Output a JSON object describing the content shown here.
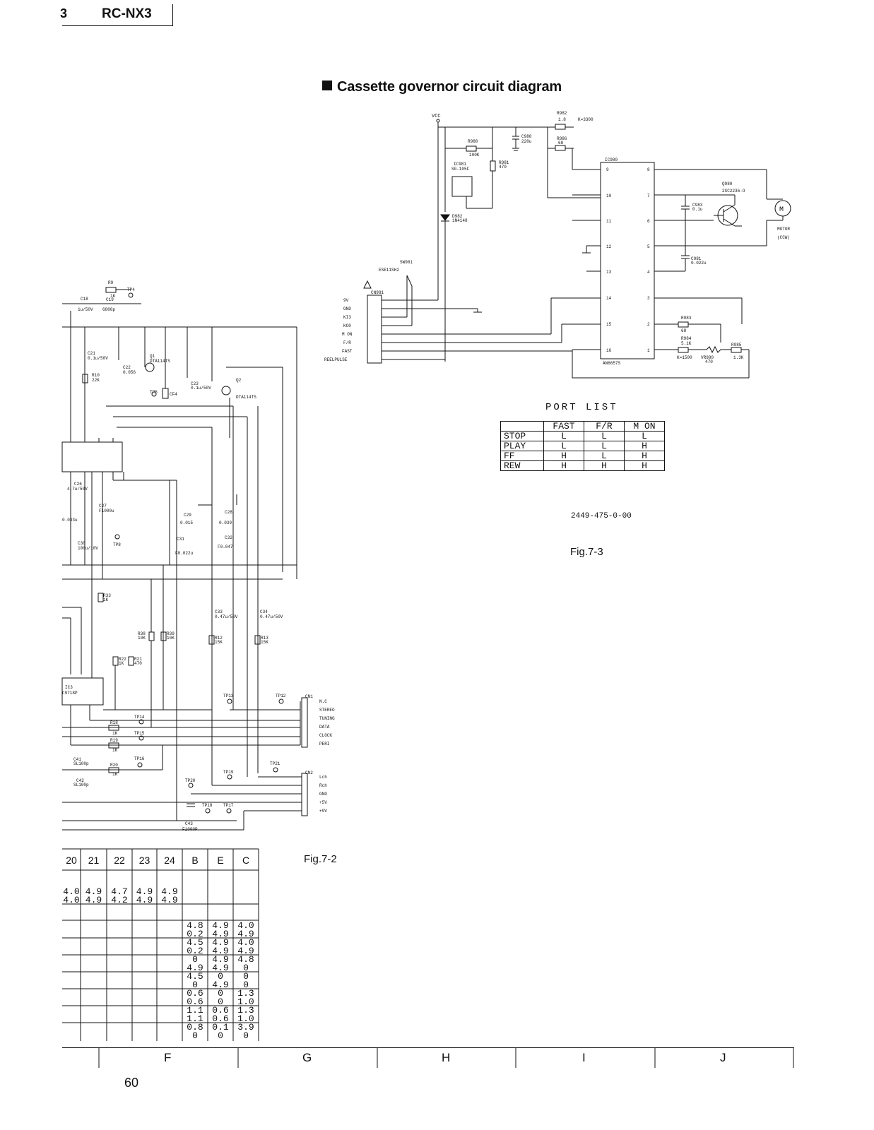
{
  "header": {
    "page_fragment": "3",
    "model": "RC-NX3"
  },
  "title": "Cassette governor circuit diagram",
  "governor": {
    "vcc": "VCC",
    "r982": "R982",
    "r982_val": "1.8",
    "k3300": "K=3300",
    "c980": "C980",
    "c980_val": "220u",
    "r986": "R986",
    "r986_val": "68",
    "r980": "R980",
    "r980_val": "100K",
    "r981": "R981",
    "r981_val": "470",
    "ic981": "IC981",
    "ic981_type": "SG-105F",
    "d982": "D982",
    "d982_type": "1N4148",
    "ic980": "IC980",
    "ic980_type": "AN6657S",
    "q980": "Q980",
    "q980_type": "2SC2236-O",
    "c983": "C983",
    "c983_val": "0.1u",
    "c981": "C981",
    "c981_val": "0.022u",
    "r983": "R983",
    "r983_val": "68",
    "r984": "R984",
    "r984_val": "5.1K",
    "k1500": "K=1500",
    "vr980": "VR980",
    "vr980_val": "470",
    "r985": "R985",
    "r985_val": "1.3K",
    "motor": "M",
    "motor_label": "MOTOR",
    "motor_dir": "(CCW)",
    "sw981": "SW981",
    "sw981_type": "ESE11SH2",
    "cn981": "CN981",
    "cn_pins": [
      "9V",
      "GND",
      "KI3",
      "KO0",
      "M ON",
      "F/R",
      "FAST",
      "REELPULSE"
    ],
    "ic_left_pins": [
      "9",
      "10",
      "11",
      "12",
      "13",
      "14",
      "15",
      "16"
    ],
    "ic_right_pins": [
      "8",
      "7",
      "6",
      "5",
      "4",
      "3",
      "2",
      "1"
    ]
  },
  "port_list": {
    "title": "PORT LIST",
    "headers": [
      "",
      "FAST",
      "F/R",
      "M ON"
    ],
    "rows": [
      [
        "STOP",
        "L",
        "L",
        "L"
      ],
      [
        "PLAY",
        "L",
        "L",
        "H"
      ],
      [
        "FF",
        "H",
        "L",
        "H"
      ],
      [
        "REW",
        "H",
        "H",
        "H"
      ]
    ]
  },
  "part_number": "2449-475-0-00",
  "fig3": "Fig.7-3",
  "fig2": "Fig.7-2",
  "left": {
    "r9": "R9",
    "r9_val": "1K",
    "tp4": "TP4",
    "c18": "C18",
    "c18_val": "1u/50V",
    "c19": "C19",
    "c19_val": "6800p",
    "c21": "C21",
    "c21_val": "0.1u/50V",
    "c22": "C22",
    "c22_val": "0.056",
    "q1": "Q1",
    "q1_type": "DTA114TS",
    "r10": "R10",
    "r10_val": "22K",
    "tp5": "TP5",
    "cf4": "CF4",
    "c23": "C23",
    "c23_val": "0.1u/50V",
    "q2": "Q2",
    "q2_type": "DTA114TS",
    "c26": "C26",
    "c26_val": "4.7u/50V",
    "c27": "C27",
    "c27_val": "F1000u",
    "c25_val": "0.033u",
    "c30": "C30",
    "c30_val": "100u/10V",
    "tp8": "TP8",
    "c31": "C31",
    "c31_val": "F0.022u",
    "c29": "C29",
    "c29_val": "0.015",
    "c28": "C28",
    "c28_val": "0.039",
    "c32": "C32",
    "c32_val": "F0.047",
    "r33": "R33",
    "r33_val": "1K",
    "c33": "C33",
    "c33_val": "0.47u/50V",
    "c34": "C34",
    "c34_val": "0.47u/50V",
    "r38": "R38",
    "r38_val": "10K",
    "r39": "R39",
    "r39_val": "10K",
    "r12": "R12",
    "r12_val": "15K",
    "r13": "R13",
    "r13_val": "15K",
    "r22": "R22",
    "r22_val": "1K",
    "r21": "R21",
    "r21_val": "470",
    "ic3": "IC3",
    "ic3_type": "C9718P",
    "tp13": "TP13",
    "tp12": "TP12",
    "tp14": "TP14",
    "tp15": "TP15",
    "tp16": "TP16",
    "tp19": "TP19",
    "tp20": "TP20",
    "tp21": "TP21",
    "tp18": "TP18",
    "tp17": "TP17",
    "r18": "R18",
    "r18_val": "1K",
    "r19": "R19",
    "r19_val": "1K",
    "r20": "R20",
    "r20_val": "1K",
    "c41": "C41",
    "c41_val": "SL100p",
    "c42": "C42",
    "c42_val": "SL100p",
    "c43": "C43",
    "c43_val": "F1000P",
    "cn1": "CN1",
    "cn1_pins": [
      "N.C",
      "STEREO",
      "TUNING",
      "DATA",
      "CLOCK",
      "PERI"
    ],
    "cn2": "CN2",
    "cn2_pins": [
      "Lch",
      "Rch",
      "GND",
      "+5V",
      "+9V"
    ]
  },
  "voltage_table": {
    "headers": [
      "20",
      "21",
      "22",
      "23",
      "24",
      "B",
      "E",
      "C"
    ],
    "rows_top": [
      [
        "4.0",
        "4.9",
        "4.7",
        "4.9",
        "4.9"
      ],
      [
        "4.0",
        "4.9",
        "4.2",
        "4.9",
        "4.9"
      ]
    ],
    "rows_bec": [
      [
        "4.8",
        "4.9",
        "4.0"
      ],
      [
        "0.2",
        "4.9",
        "4.9"
      ],
      [
        "4.5",
        "4.9",
        "4.0"
      ],
      [
        "0.2",
        "4.9",
        "4.9"
      ],
      [
        "0",
        "4.9",
        "4.8"
      ],
      [
        "4.9",
        "4.9",
        "0"
      ],
      [
        "4.5",
        "0",
        "0"
      ],
      [
        "0",
        "4.9",
        "0"
      ],
      [
        "0.6",
        "0",
        "1.3"
      ],
      [
        "0.6",
        "0",
        "1.0"
      ],
      [
        "1.1",
        "0.6",
        "1.3"
      ],
      [
        "1.1",
        "0.6",
        "1.0"
      ],
      [
        "0.8",
        "0.1",
        "3.9"
      ],
      [
        "0",
        "0",
        "0"
      ]
    ]
  },
  "zones": [
    "F",
    "G",
    "H",
    "I",
    "J"
  ],
  "page_number": "60"
}
